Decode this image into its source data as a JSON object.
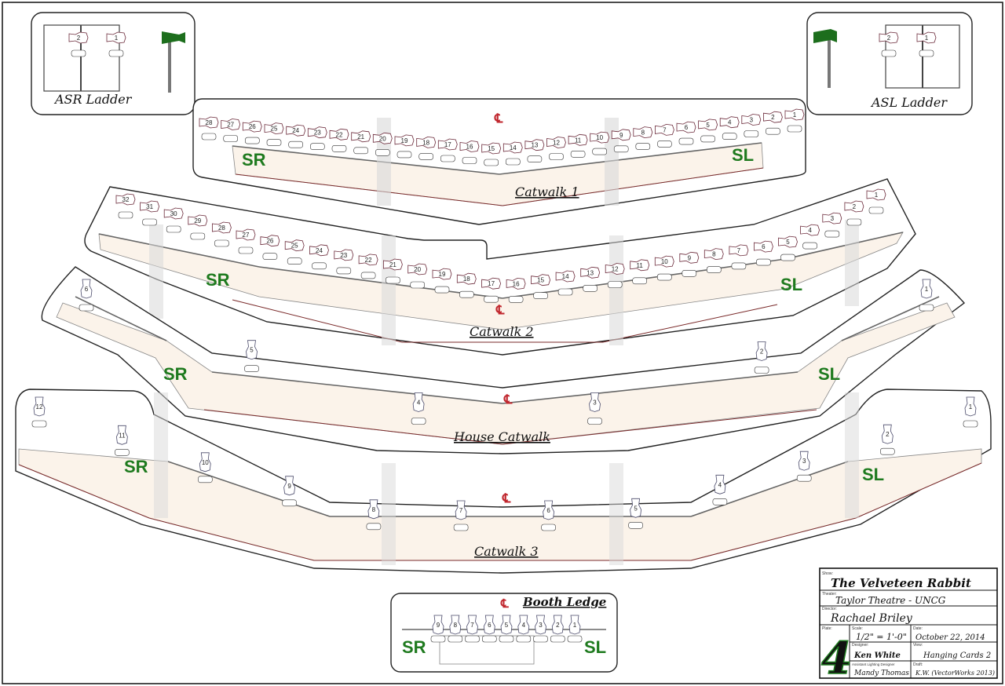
{
  "colors": {
    "stageSide": "#1e7a1e",
    "centerline": "#c0262d",
    "walkway": "#fbf3ea",
    "rail": "#7a2a2a",
    "outline": "#333333"
  },
  "centerline_symbol": "℄",
  "ladders": {
    "asr": {
      "title": "ASR Ladder",
      "units": [
        "2",
        "1"
      ]
    },
    "asl": {
      "title": "ASL Ladder",
      "units": [
        "2",
        "1"
      ]
    }
  },
  "catwalk1": {
    "title": "Catwalk 1",
    "sr": "SR",
    "sl": "SL",
    "units": [
      "28",
      "27",
      "26",
      "25",
      "24",
      "23",
      "22",
      "21",
      "20",
      "19",
      "18",
      "17",
      "16",
      "15",
      "14",
      "13",
      "12",
      "11",
      "10",
      "9",
      "8",
      "7",
      "6",
      "5",
      "4",
      "3",
      "2",
      "1"
    ]
  },
  "catwalk2": {
    "title": "Catwalk 2",
    "sr": "SR",
    "sl": "SL",
    "units": [
      "32",
      "31",
      "30",
      "29",
      "28",
      "27",
      "26",
      "25",
      "24",
      "23",
      "22",
      "21",
      "20",
      "19",
      "18",
      "17",
      "16",
      "15",
      "14",
      "13",
      "12",
      "11",
      "10",
      "9",
      "8",
      "7",
      "6",
      "5",
      "4",
      "3",
      "2",
      "1"
    ]
  },
  "house_catwalk": {
    "title": "House Catwalk",
    "sr": "SR",
    "sl": "SL",
    "units": [
      "6",
      "5",
      "4",
      "3",
      "2",
      "1"
    ]
  },
  "catwalk3": {
    "title": "Catwalk 3",
    "sr": "SR",
    "sl": "SL",
    "units": [
      "12",
      "11",
      "10",
      "9",
      "8",
      "7",
      "6",
      "5",
      "4",
      "3",
      "2",
      "1"
    ]
  },
  "booth_ledge": {
    "title": "Booth Ledge",
    "sr": "SR",
    "sl": "SL",
    "units": [
      "9",
      "8",
      "7",
      "6",
      "5",
      "4",
      "3",
      "2",
      "1"
    ]
  },
  "title_block": {
    "show_label": "Show:",
    "show": "The Velveteen Rabbit",
    "theater_label": "Theater:",
    "theater": "Taylor Theatre - UNCG",
    "director_label": "Director:",
    "director": "Rachael Briley",
    "plate_label": "Plate:",
    "plate": "4",
    "scale_label": "Scale:",
    "scale": "1/2\" = 1'-0\"",
    "date_label": "Date:",
    "date": "October 22, 2014",
    "designer_label": "Designer:",
    "designer": "Ken White",
    "view_label": "View:",
    "view": "Hanging Cards 2",
    "assistant_label": "Assistant Lighting Designer",
    "assistant": "Mandy Thomas",
    "draft_label": "Draft:",
    "draft": "K.W. (VectorWorks 2013)"
  }
}
